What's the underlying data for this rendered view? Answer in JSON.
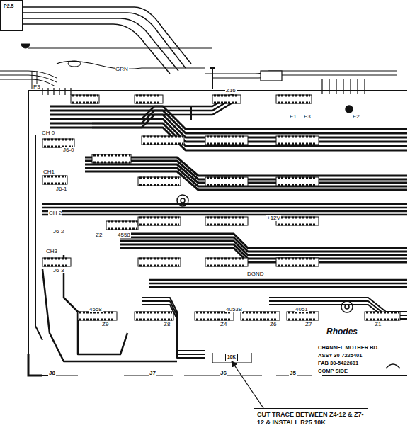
{
  "diagram": {
    "nodes": [
      {
        "text": [
          "P2.5"
        ]
      },
      {
        "text": [
          "10K"
        ]
      },
      {
        "text": [
          "CUT TRACE BETWEEN Z4-12 & Z7-12 & INSTALL R25 10K"
        ]
      }
    ],
    "edges": [
      {
        "from": 2,
        "to": 1,
        "arrow": "to"
      }
    ],
    "labels": [
      "P3",
      "CH 0",
      "J6-0",
      "CH1",
      "J6-1",
      "CH 2",
      "J6-2",
      "CH3",
      "J6-3",
      "Z16",
      "+12V",
      "DGND",
      "GRN",
      "E1",
      "E2",
      "E3",
      "Z9",
      "Z8",
      "Z4",
      "Z6",
      "Z7",
      "Z1",
      "4558",
      "4053B",
      "4051",
      "J8",
      "J7",
      "J6",
      "J5",
      "Rhodes",
      "CHANNEL MOTHER BD.",
      "ASSY 30-7225401",
      "FAB 30-5422601",
      "COMP SIDE",
      "Z2",
      "4558"
    ]
  }
}
